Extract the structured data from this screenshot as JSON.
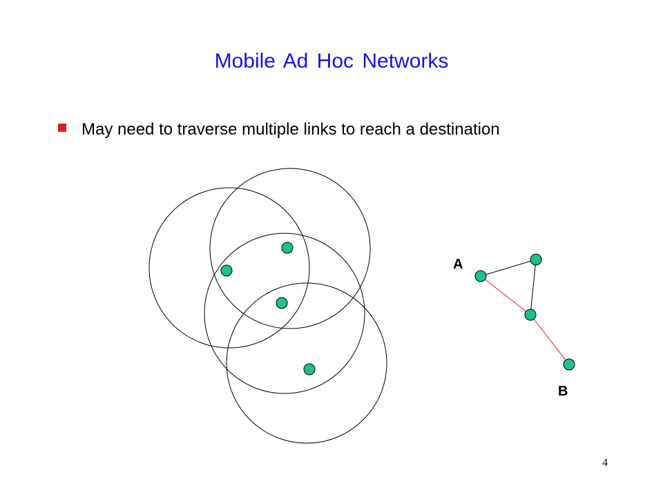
{
  "slide": {
    "title": "Mobile Ad Hoc Networks",
    "bullets": [
      {
        "text": "May need to traverse multiple links to reach a destination"
      }
    ],
    "page_number": "4"
  },
  "diagram": {
    "node_fill": "#1fbf8f",
    "node_stroke": "#000000",
    "range_stroke": "#000000",
    "link_color": "#000000",
    "route_color": "#e01c1c",
    "labels": {
      "source": "A",
      "destination": "B"
    }
  }
}
